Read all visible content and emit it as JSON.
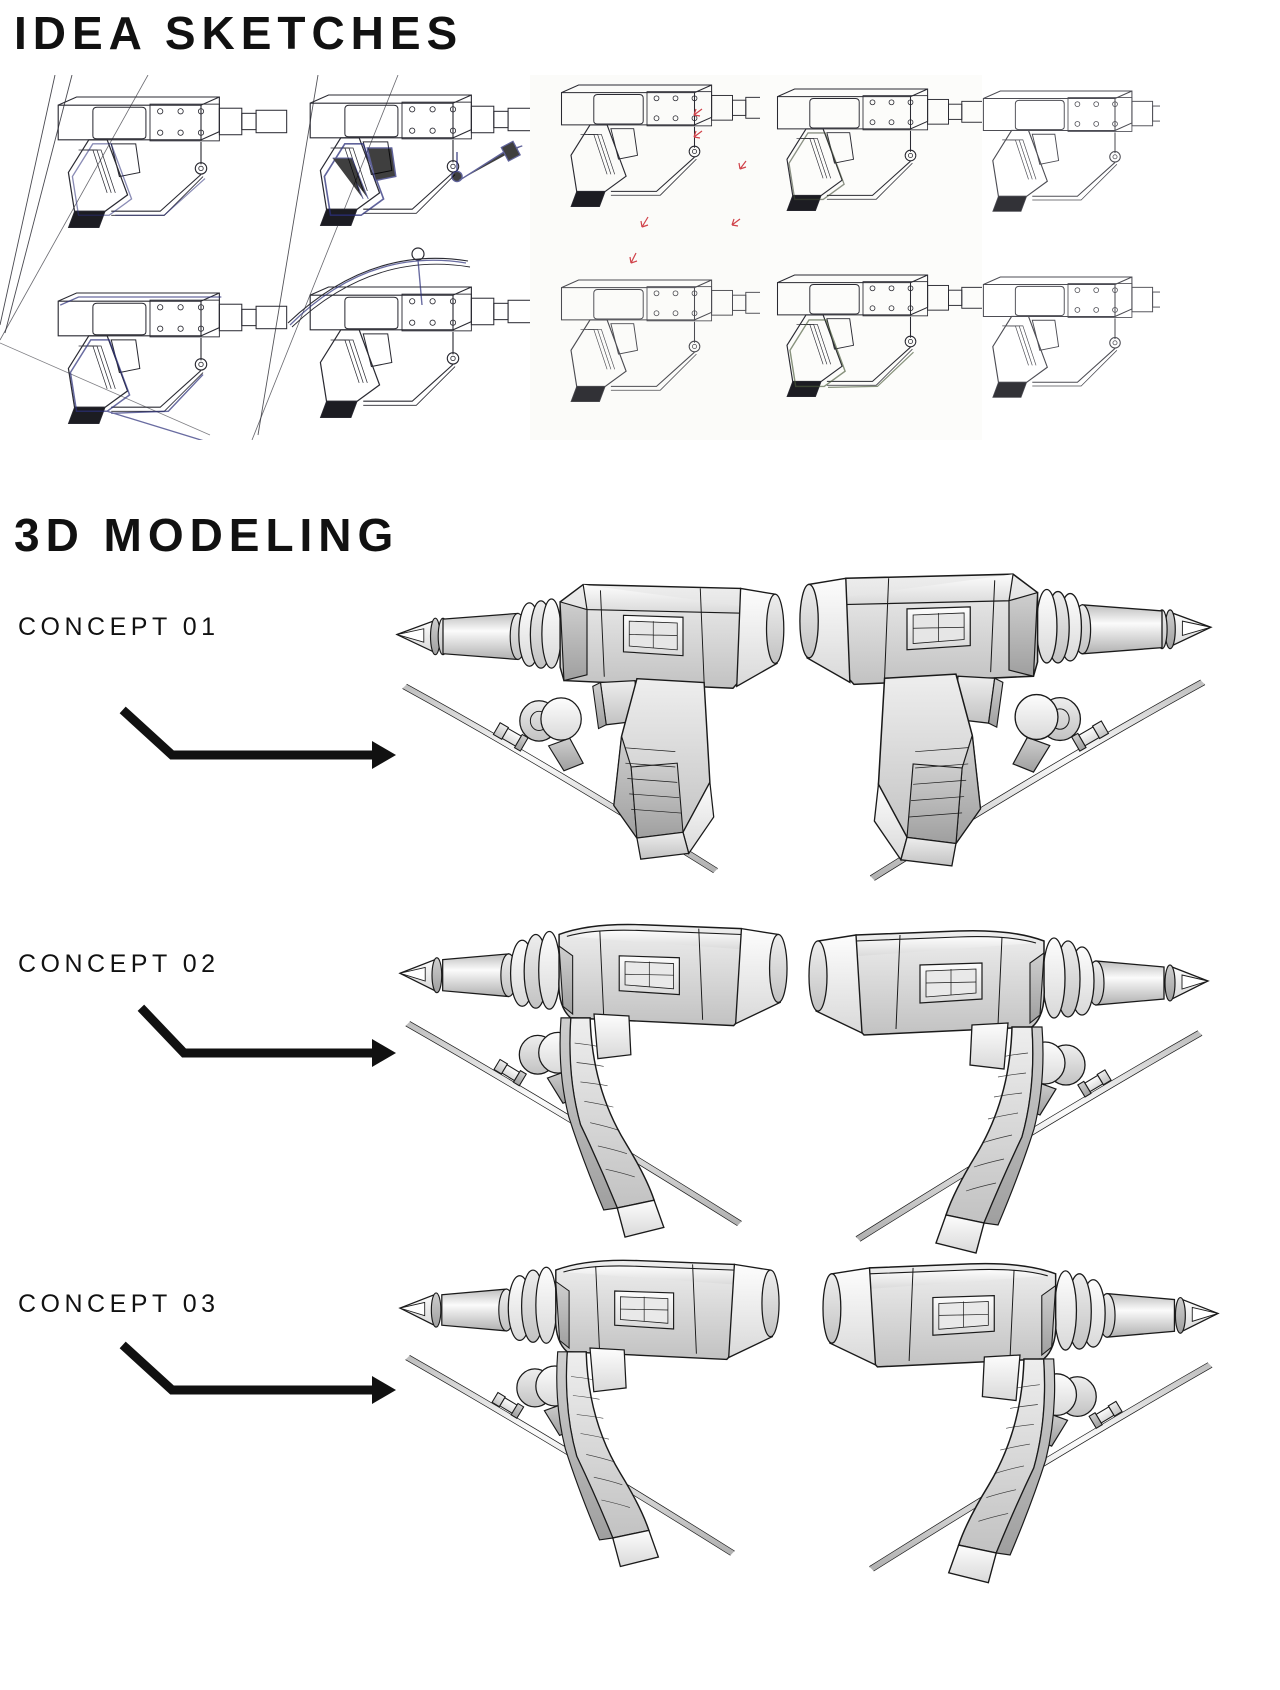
{
  "page": {
    "background": "#ffffff",
    "ink_color": "#111111"
  },
  "sections": {
    "idea_sketches": {
      "title": "IDEA SKETCHES",
      "panels": [
        {
          "name": "sketch-panel-a",
          "caption": "hand-drawn welding gun concepts, blue and black ink"
        },
        {
          "name": "sketch-panel-b",
          "caption": "welding gun side view with red annotation arrows"
        },
        {
          "name": "sketch-panel-c",
          "caption": "welding gun overlay study"
        },
        {
          "name": "sketch-panel-d",
          "caption": "clean line welding gun sketch"
        }
      ]
    },
    "modeling": {
      "title": "3D MODELING",
      "concepts": [
        {
          "label": "CONCEPT 01",
          "views": [
            "left-three-quarter",
            "right-three-quarter"
          ]
        },
        {
          "label": "CONCEPT 02",
          "views": [
            "left-three-quarter",
            "right-three-quarter"
          ]
        },
        {
          "label": "CONCEPT 03",
          "views": [
            "left-three-quarter",
            "right-three-quarter"
          ]
        }
      ]
    }
  },
  "colors": {
    "ink": "#111111",
    "sketch_blue": "#2b2f7a",
    "sketch_black": "#2a2a32",
    "sketch_red": "#d0424a",
    "model_outline": "#1a1a1a",
    "model_light": "#f2f2f2",
    "model_mid": "#d8d8d8",
    "model_dark": "#b4b4b4",
    "model_shadow": "#9a9a9a"
  }
}
